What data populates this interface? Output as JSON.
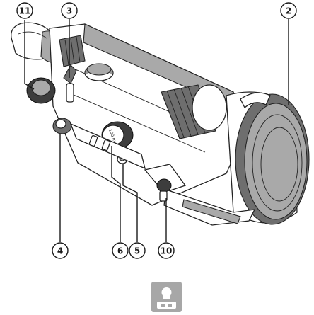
{
  "callouts": [
    {
      "id": "c11",
      "label": "11"
    },
    {
      "id": "c3",
      "label": "3"
    },
    {
      "id": "c2",
      "label": "2"
    },
    {
      "id": "c4",
      "label": "4"
    },
    {
      "id": "c6",
      "label": "6"
    },
    {
      "id": "c5",
      "label": "5"
    },
    {
      "id": "c10",
      "label": "10"
    }
  ],
  "dial_marking": "100 m",
  "colors": {
    "ink": "#1a1a1a",
    "icon_background": "#a7a7a7",
    "icon_foreground": "#ffffff"
  },
  "icon": {
    "name": "mount-device-icon"
  }
}
